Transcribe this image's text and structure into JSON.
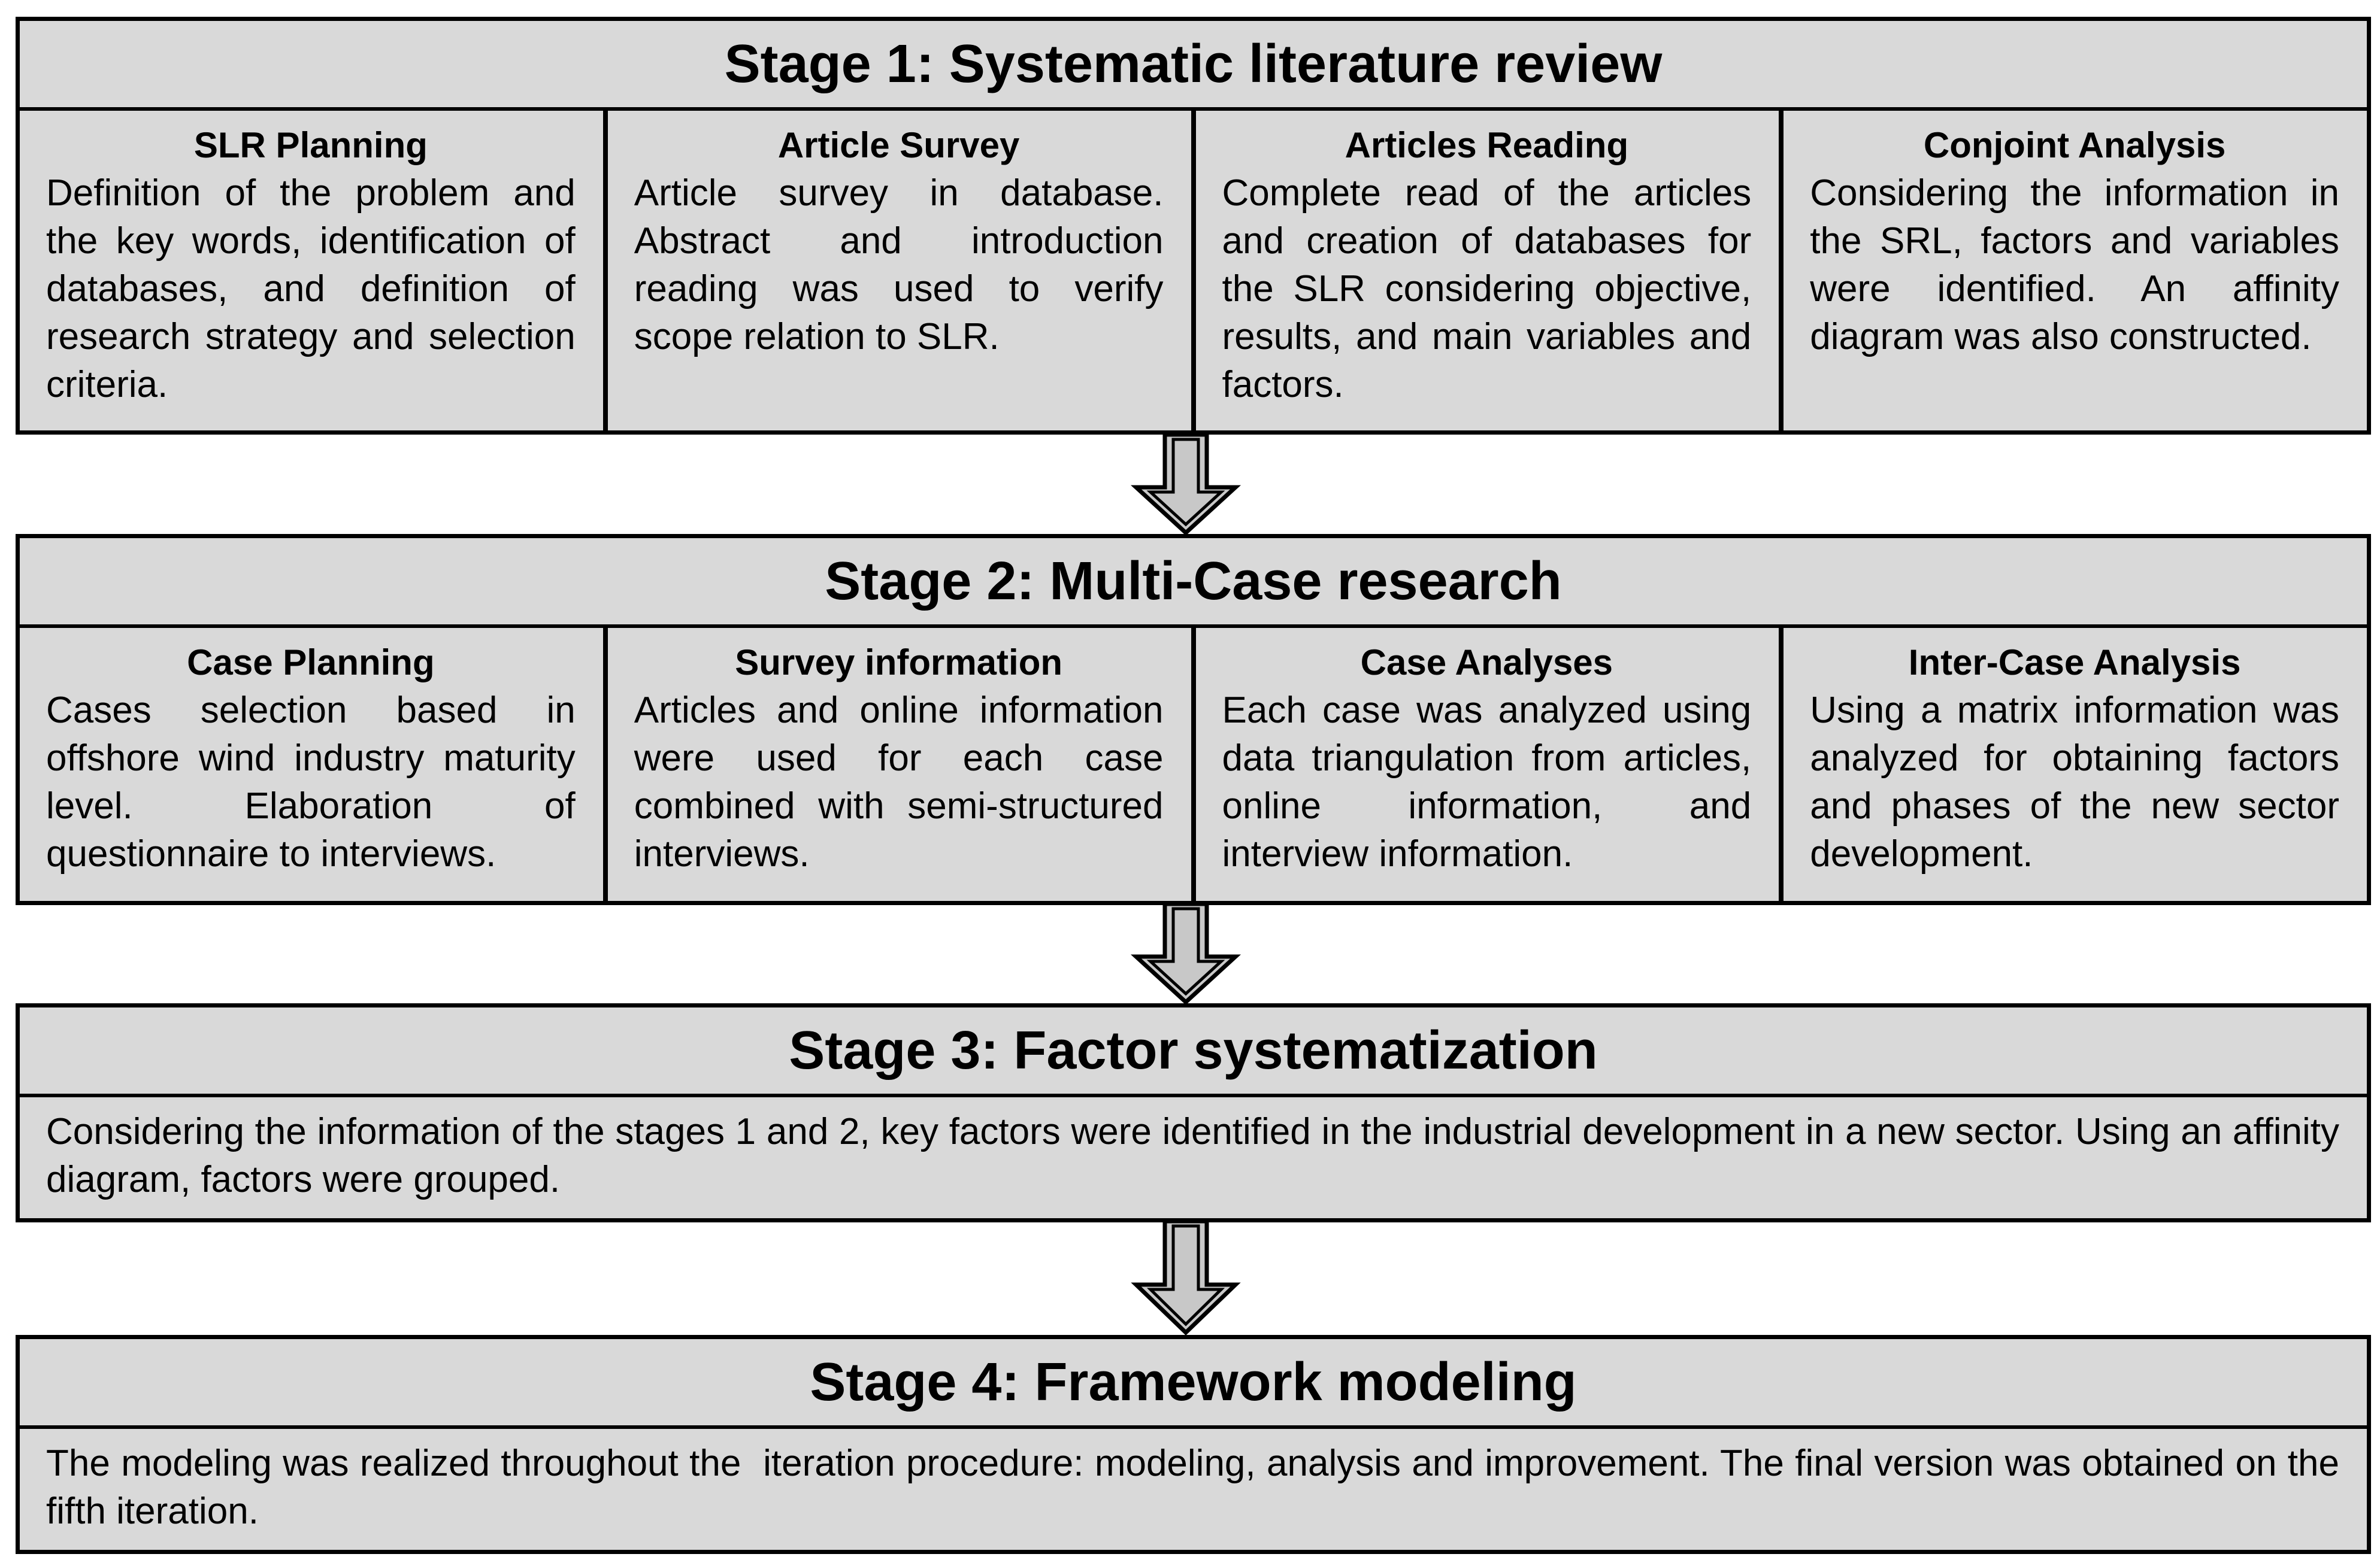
{
  "stages": [
    {
      "title": "Stage 1: Systematic literature review",
      "columns": [
        {
          "title": "SLR Planning",
          "text": "Definition of the problem and the key words, identification of databases, and definition of research strategy and selection criteria."
        },
        {
          "title": "Article Survey",
          "text": "Article survey in database. Abstract and introduction reading was used to verify scope relation to SLR."
        },
        {
          "title": "Articles Reading",
          "text": "Complete read of the articles and creation of databases for the SLR considering objective, results, and main variables and factors."
        },
        {
          "title": "Conjoint Analysis",
          "text": "Considering the information in the SRL, factors and variables were identified. An affinity diagram was also constructed."
        }
      ]
    },
    {
      "title": "Stage 2: Multi-Case research",
      "columns": [
        {
          "title": "Case Planning",
          "text": "Cases selection based in offshore wind industry maturity level. Elaboration of questionnaire to interviews."
        },
        {
          "title": "Survey information",
          "text": "Articles and online information were used for each case combined with semi-structured interviews."
        },
        {
          "title": "Case Analyses",
          "text": "Each case was analyzed using data triangulation from articles, online information, and interview information."
        },
        {
          "title": "Inter-Case Analysis",
          "text": "Using a matrix information was analyzed for obtaining factors and phases of the new sector development."
        }
      ]
    },
    {
      "title": "Stage 3: Factor systematization",
      "text": "Considering the information of the stages 1 and 2, key factors were identified in the industrial development in a new sector. Using an affinity diagram, factors were grouped."
    },
    {
      "title": "Stage 4: Framework modeling",
      "text": "The modeling was realized throughout the  iteration procedure: modeling, analysis and improvement. The final version was obtained on the fifth iteration."
    }
  ]
}
